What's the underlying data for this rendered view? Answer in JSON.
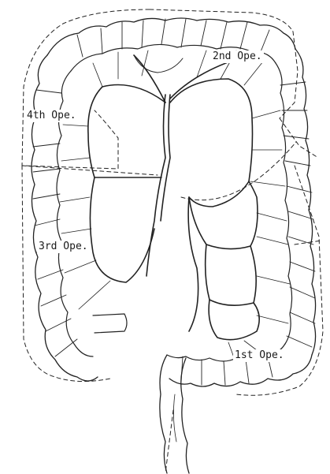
{
  "labels": {
    "op2": "2nd Ope.",
    "op4": "4th Ope.",
    "op3": "3rd Ope.",
    "op1": "1st Ope."
  },
  "colors": {
    "ink": "#222222",
    "background": "#ffffff"
  }
}
